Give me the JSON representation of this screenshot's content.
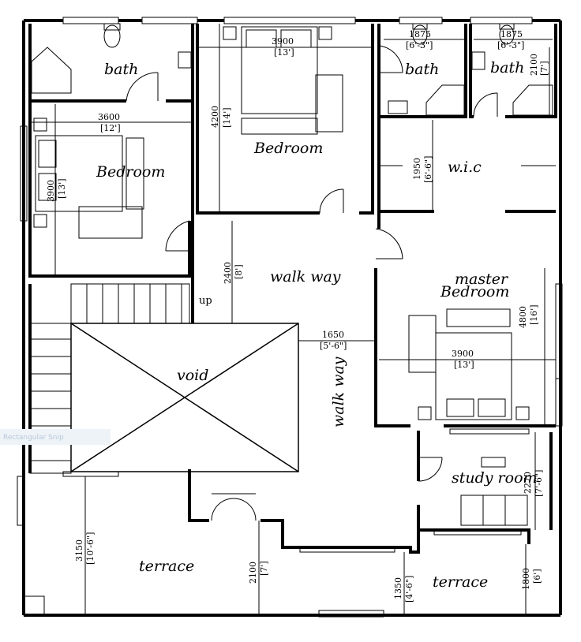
{
  "rooms": {
    "bath_1": "bath",
    "bath_2": "bath",
    "bath_3": "bath",
    "bedroom_1": "Bedroom",
    "bedroom_2": "Bedroom",
    "wic": "w.i.c",
    "walkway_1": "walk way",
    "walkway_2": "walk way",
    "master_1": "master",
    "master_2": "Bedroom",
    "void": "void",
    "study": "study room",
    "terrace_1": "terrace",
    "terrace_2": "terrace",
    "up": "up"
  },
  "dimensions": {
    "bed1_w": "3900",
    "bed1_w_ft": "[13']",
    "bath2_w": "1875",
    "bath2_w_ft": "[6'-3\"]",
    "bath3_w": "1875",
    "bath3_w_ft": "[6'-3\"]",
    "bath3_h": "2100",
    "bath3_h_ft": "[7']",
    "bed1_h": "4200",
    "bed1_h_ft": "[14']",
    "bed2_w": "3600",
    "bed2_w_ft": "[12']",
    "bed2_h": "3900",
    "bed2_h_ft": "[13']",
    "wic_h": "1950",
    "wic_h_ft": "[6'-6\"]",
    "walk_h": "2400",
    "walk_h_ft": "[8']",
    "walk_w": "1650",
    "walk_w_ft": "[5'-6\"]",
    "master_w": "3900",
    "master_w_ft": "[13']",
    "master_h": "4800",
    "master_h_ft": "[16']",
    "study_h": "2270",
    "study_h_ft": "[7'-6\"]",
    "terrace_h": "3150",
    "terrace_h_ft": "[10'-6\"]",
    "terrace_mid_h": "2100",
    "terrace_mid_h_ft": "[7']",
    "terrace2_h": "1350",
    "terrace2_h_ft": "[4'-6\"]",
    "terrace3_h": "1800",
    "terrace3_h_ft": "[6']"
  },
  "watermark": "Rectangular Snip"
}
